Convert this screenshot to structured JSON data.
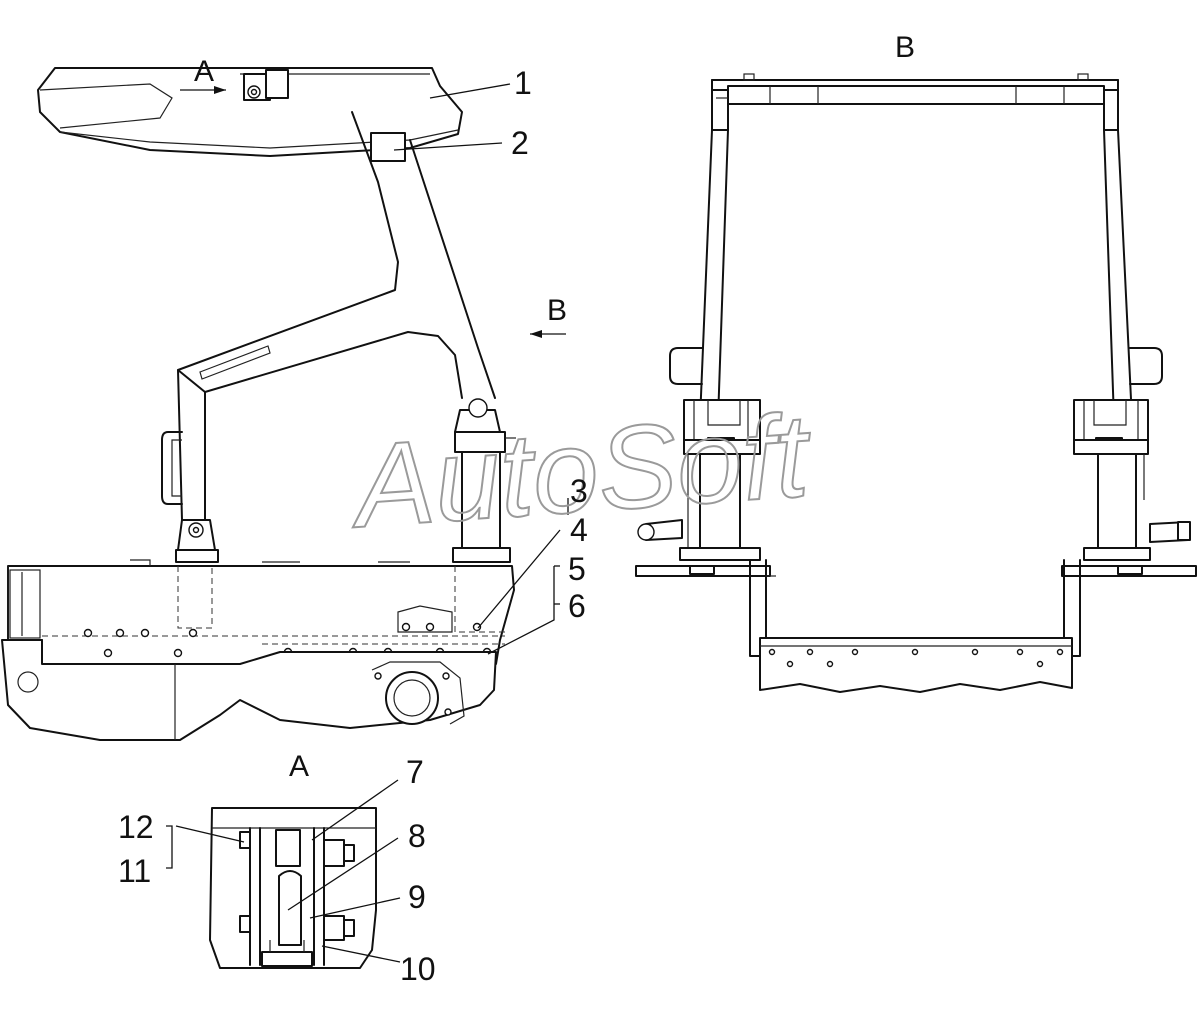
{
  "views": {
    "a_marker": "A",
    "b_marker": "B",
    "b_title": "B",
    "a_title": "A"
  },
  "callouts": [
    "1",
    "2",
    "3",
    "4",
    "5",
    "6",
    "7",
    "8",
    "9",
    "10",
    "12",
    "11"
  ],
  "watermark": "AutoSoft"
}
